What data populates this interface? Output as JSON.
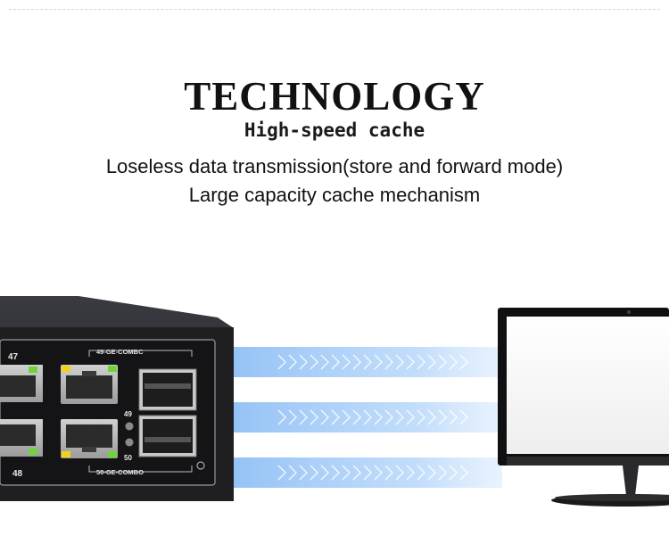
{
  "heading": {
    "title": "TECHNOLOGY",
    "subtitle": "High-speed cache"
  },
  "features": [
    "Loseless data transmission(store and forward mode)",
    "Large capacity cache mechanism"
  ],
  "switch": {
    "port_47": "47",
    "port_48": "48",
    "combo_top": "49-GE-COMBC",
    "combo_bottom": "50-GE-COMBO",
    "led_49": "49",
    "led_50": "50"
  },
  "colors": {
    "stream": "#a9cdf7",
    "switch_body": "#1f1f22",
    "led_green": "#6fd43a",
    "led_yellow": "#f2d21e"
  }
}
